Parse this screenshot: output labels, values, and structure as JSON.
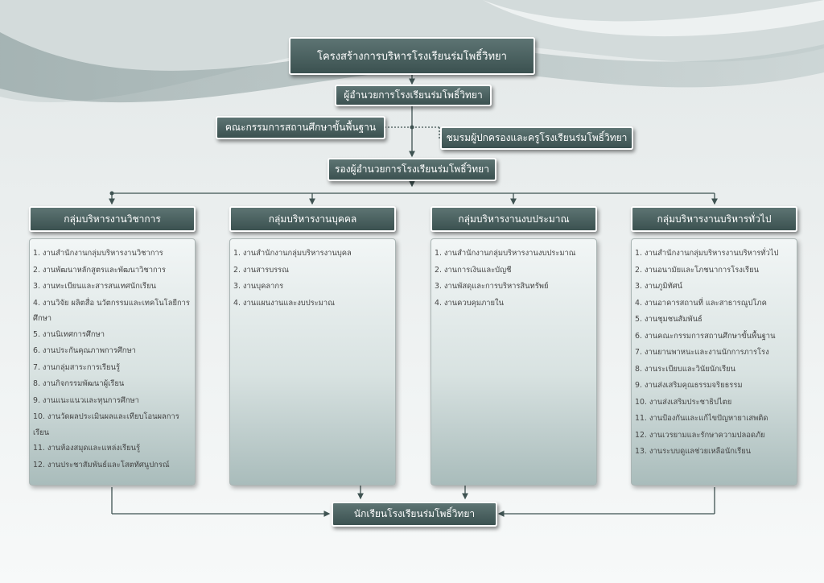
{
  "title": "โครงสร้างการบริหารโรงเรียนร่มโพธิ์วิทยา",
  "director": "ผู้อำนวยการโรงเรียนร่มโพธิ์วิทยา",
  "board": "คณะกรรมการสถานศึกษาขั้นพื้นฐาน",
  "parents": "ชมรมผู้ปกครองและครูโรงเรียนร่มโพธิ์วิทยา",
  "deputy": "รองผู้อำนวยการโรงเรียนร่มโพธิ์วิทยา",
  "groups": [
    {
      "label": "กลุ่มบริหารงานวิชาการ",
      "items": [
        "1. งานสำนักงานกลุ่มบริหารงานวิชาการ",
        "2. งานพัฒนาหลักสูตรและพัฒนาวิชาการ",
        "3. งานทะเบียนและสารสนเทศนักเรียน",
        "4. งานวิจัย ผลิตสื่อ นวัตกรรมและเทคโนโลยีการศึกษา",
        "5. งานนิเทศการศึกษา",
        "6. งานประกันคุณภาพการศึกษา",
        "7. งานกลุ่มสาระการเรียนรู้",
        "8. งานกิจกรรมพัฒนาผู้เรียน",
        "9. งานแนะแนวและทุนการศึกษา",
        "10. งานวัดผลประเมินผลและเทียบโอนผลการเรียน",
        "11. งานห้องสมุดและแหล่งเรียนรู้",
        "12. งานประชาสัมพันธ์และโสตทัศนูปกรณ์"
      ]
    },
    {
      "label": "กลุ่มบริหารงานบุคคล",
      "items": [
        "1. งานสำนักงานกลุ่มบริหารงานบุคล",
        "2. งานสารบรรณ",
        "3. งานบุคลากร",
        "4. งานแผนงานและงบประมาณ"
      ]
    },
    {
      "label": "กลุ่มบริหารงานงบประมาณ",
      "items": [
        "1. งานสำนักงานกลุ่มบริหารงานงบประมาณ",
        "2. งานการเงินและบัญชี",
        "3. งานพัสดุและการบริหารสินทรัพย์",
        "4. งานควบคุมภายใน"
      ]
    },
    {
      "label": "กลุ่มบริหารงานบริหารทั่วไป",
      "items": [
        "1. งานสำนักงานกลุ่มบริหารงานบริหารทั่วไป",
        "2. งานอนามัยและโภชนาการโรงเรียน",
        "3. งานภูมิทัศน์",
        "4. งานอาคารสถานที่ และสาธารณูปโภค",
        "5. งานชุมชนสัมพันธ์",
        "6. งานคณะกรรมการสถานศึกษาขั้นพื้นฐาน",
        "7. งานยานพาหนะและงานนักการภารโรง",
        "8. งานระเบียบและวินัยนักเรียน",
        "9. งานส่งเสริมคุณธรรมจริยธรรม",
        "10. งานส่งเสริมประชาธิปไตย",
        "11. งานป้องกันและแก้ไขปัญหายาเสพติด",
        "12. งานเวรยามและรักษาความปลอดภัย",
        "13. งานระบบดูแลช่วยเหลือนักเรียน"
      ]
    }
  ],
  "students": "นักเรียนโรงเรียนร่มโพธิ์วิทยา",
  "colors": {
    "box_top": "#5d7473",
    "box_bottom": "#3b5150",
    "line": "#3f5352",
    "wave": "#c9d3d3"
  }
}
